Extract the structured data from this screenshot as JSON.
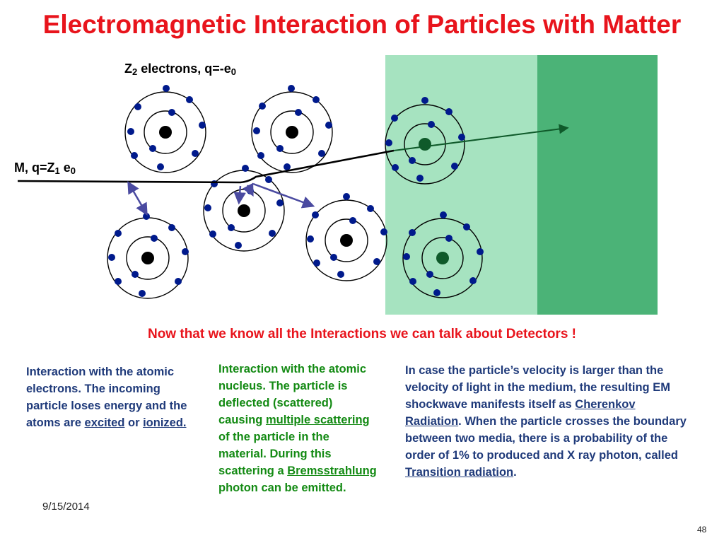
{
  "title": "Electromagnetic Interaction of Particles with Matter",
  "labels": {
    "electrons": {
      "prefix": "Z",
      "sub1": "2",
      "middle": " electrons, q=-e",
      "sub2": "0"
    },
    "particle": {
      "prefix": "M, q=Z",
      "sub1": "1",
      "middle": " e",
      "sub2": "0"
    }
  },
  "subtitle": "Now that we know all the Interactions we can talk about Detectors !",
  "columns": {
    "left": {
      "text": "Interaction with the atomic electrons. The incoming particle loses energy and the atoms are ",
      "link1": "excited",
      "mid": " or ",
      "link2": "ionized."
    },
    "middle": {
      "text": "Interaction with the atomic nucleus. The particle is deflected (scattered)  causing ",
      "link1": "multiple scattering ",
      "mid": "of the particle in the material. During this scattering a ",
      "link2": "Bremsstrahlung",
      "end": " photon can be emitted."
    },
    "right": {
      "text": "In case the particle’s velocity is larger than the velocity of light in the medium, the resulting EM shockwave manifests itself as ",
      "link1": "Cherenkov Radiation",
      "mid": ". When the particle crosses the boundary between two media, there is a probability of the order of 1% to produced and X ray photon, called ",
      "link2": "Transition radiation",
      "end": "."
    }
  },
  "footer": {
    "date": "9/15/2014",
    "page": "48"
  },
  "colors": {
    "title": "#e8141c",
    "medium_light": "#a6e3c0",
    "medium_dark": "#4bb377",
    "electron": "#001a8c",
    "arrow": "#4a4aa0",
    "track_in_medium": "#0f5a2a"
  }
}
